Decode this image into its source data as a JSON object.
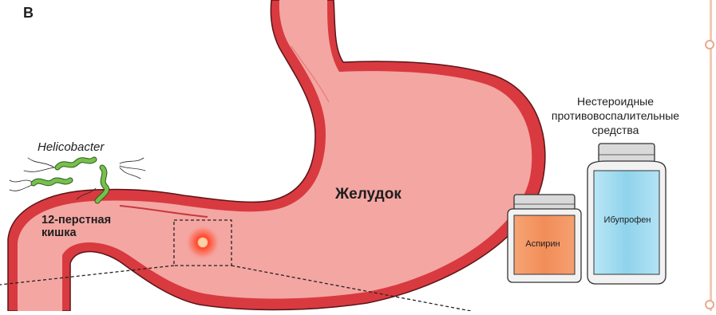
{
  "figure": {
    "panel_letter": "В",
    "labels": {
      "helicobacter": "Helicobacter",
      "duodenum": "12-перстная\nкишка",
      "stomach": "Желудок",
      "nsaid": "Нестероидные\nпротивовоспалительные\nсредства"
    },
    "bottles": {
      "aspirin": "Аспирин",
      "ibuprofen": "Ибупрофен"
    }
  },
  "colors": {
    "organ_wall": "#d83a40",
    "organ_fill": "#f4a6a2",
    "ulcer": "#ff3a2a",
    "aspirin_label": "#f28d58",
    "ibuprofen_label": "#8fd3ec",
    "bacteria": "#77c04c"
  }
}
